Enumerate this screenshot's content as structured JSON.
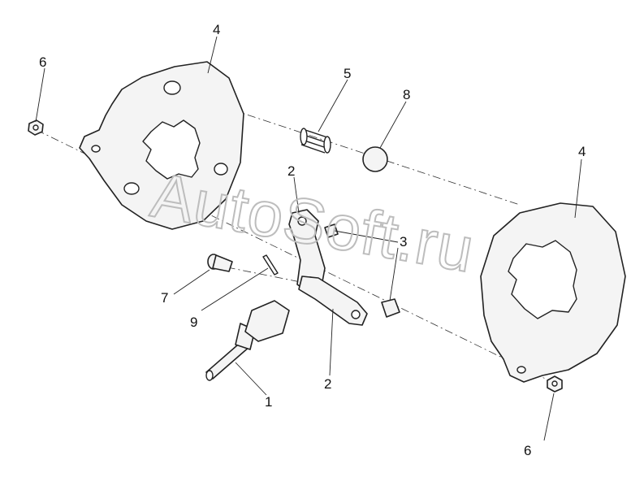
{
  "watermark": "AutoSoft.ru",
  "callouts": {
    "top_left_nut": "6",
    "left_disc": "4",
    "spring": "5",
    "ball": "8",
    "right_disc": "4",
    "upper_lever": "2",
    "pin": "3",
    "bolt": "7",
    "split_pin": "9",
    "rod": "1",
    "lower_lever": "2",
    "bottom_right_nut": "6"
  }
}
